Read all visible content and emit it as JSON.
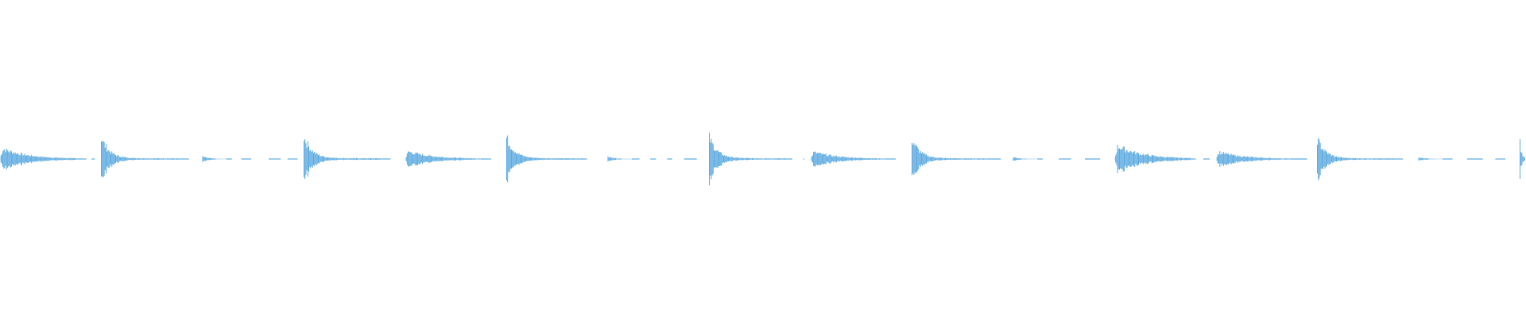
{
  "waveform": {
    "color": "#5aa9e0",
    "background": "#ffffff",
    "events": [
      {
        "kind": "soft",
        "level": 0.3
      },
      {
        "kind": "sharp",
        "level": 0.55
      },
      {
        "kind": "tick",
        "level": 0.1
      },
      {
        "kind": "sharp",
        "level": 0.58
      },
      {
        "kind": "soft",
        "level": 0.22
      },
      {
        "kind": "sharp",
        "level": 0.55
      },
      {
        "kind": "tick",
        "level": 0.1
      },
      {
        "kind": "sharp",
        "level": 0.55
      },
      {
        "kind": "soft",
        "level": 0.2
      },
      {
        "kind": "sharp",
        "level": 0.52
      },
      {
        "kind": "tick",
        "level": 0.08
      },
      {
        "kind": "soft",
        "level": 0.38
      },
      {
        "kind": "soft",
        "level": 0.2
      },
      {
        "kind": "sharp",
        "level": 0.52
      },
      {
        "kind": "tick",
        "level": 0.08
      },
      {
        "kind": "partial",
        "level": 0.45
      }
    ]
  }
}
